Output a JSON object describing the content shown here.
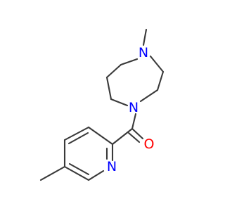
{
  "molecule": {
    "atoms": {
      "n_methyl": {
        "label": "N",
        "color": "#0000ff"
      },
      "n_amide": {
        "label": "N",
        "color": "#0000ff"
      },
      "o_carbonyl": {
        "label": "O",
        "color": "#ff0000"
      },
      "n_pyridine": {
        "label": "N",
        "color": "#0000ff"
      }
    },
    "bond_color": "#3a3a3a",
    "background": "#ffffff"
  }
}
